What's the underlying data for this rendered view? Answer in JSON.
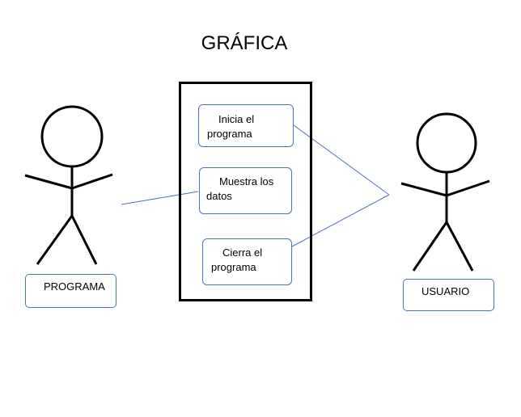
{
  "diagram": {
    "title": "GRÁFICA",
    "actors": [
      {
        "label": "PROGRAMA"
      },
      {
        "label": "USUARIO"
      }
    ],
    "use_cases": [
      {
        "line1": "Inicia el",
        "line2": "programa"
      },
      {
        "line1": "Muestra los",
        "line2": "datos"
      },
      {
        "line1": "Cierra el",
        "line2": "programa"
      }
    ],
    "colors": {
      "stroke": "#000000",
      "box_border": "#4a72b8",
      "connector": "#4a72b8"
    }
  }
}
